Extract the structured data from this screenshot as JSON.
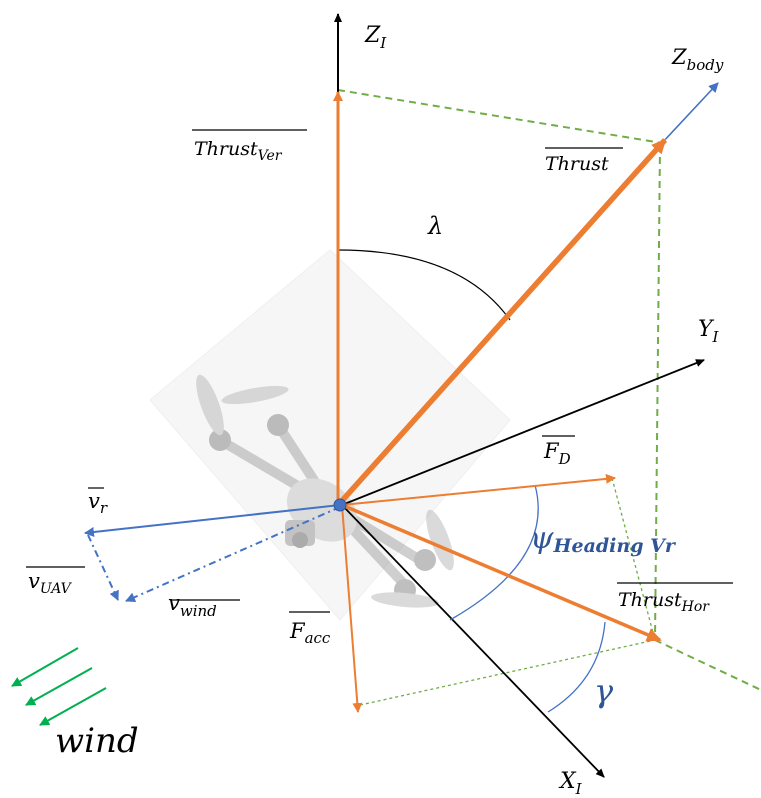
{
  "labels": {
    "z_inertial": {
      "main": "Z",
      "sub": "I"
    },
    "z_body": {
      "main": "Z",
      "sub": "body"
    },
    "thrust_vertical": {
      "main": "Thrust",
      "sub": "Ver"
    },
    "thrust": {
      "main": "Thrust",
      "sub": ""
    },
    "lambda": {
      "main": "λ",
      "sub": ""
    },
    "y_inertial": {
      "main": "Y",
      "sub": "I"
    },
    "drag_force": {
      "main": "F",
      "sub": "D"
    },
    "relative_velocity": {
      "main": "v",
      "sub": "r"
    },
    "psi_heading": {
      "main": "ψ",
      "sub": "Heading Vr"
    },
    "uav_velocity": {
      "main": "v",
      "sub": "UAV"
    },
    "wind_velocity": {
      "main": "v",
      "sub": "wind"
    },
    "thrust_horizontal": {
      "main": "Thrust",
      "sub": "Hor"
    },
    "acceleration_force": {
      "main": "F",
      "sub": "acc"
    },
    "gamma": {
      "main": "γ",
      "sub": ""
    },
    "x_inertial": {
      "main": "X",
      "sub": "I"
    },
    "wind": {
      "main": "wind",
      "sub": ""
    }
  },
  "colors": {
    "axis": "#000000",
    "thrust": "#ED7D31",
    "velocity": "#4472C4",
    "projection": "#70AD47",
    "wind_arrows": "#00B050",
    "angle_label": "#2F5597",
    "drone_body": "#b8b8b8"
  },
  "icons": {
    "drone": "quadcopter-drone-image"
  }
}
